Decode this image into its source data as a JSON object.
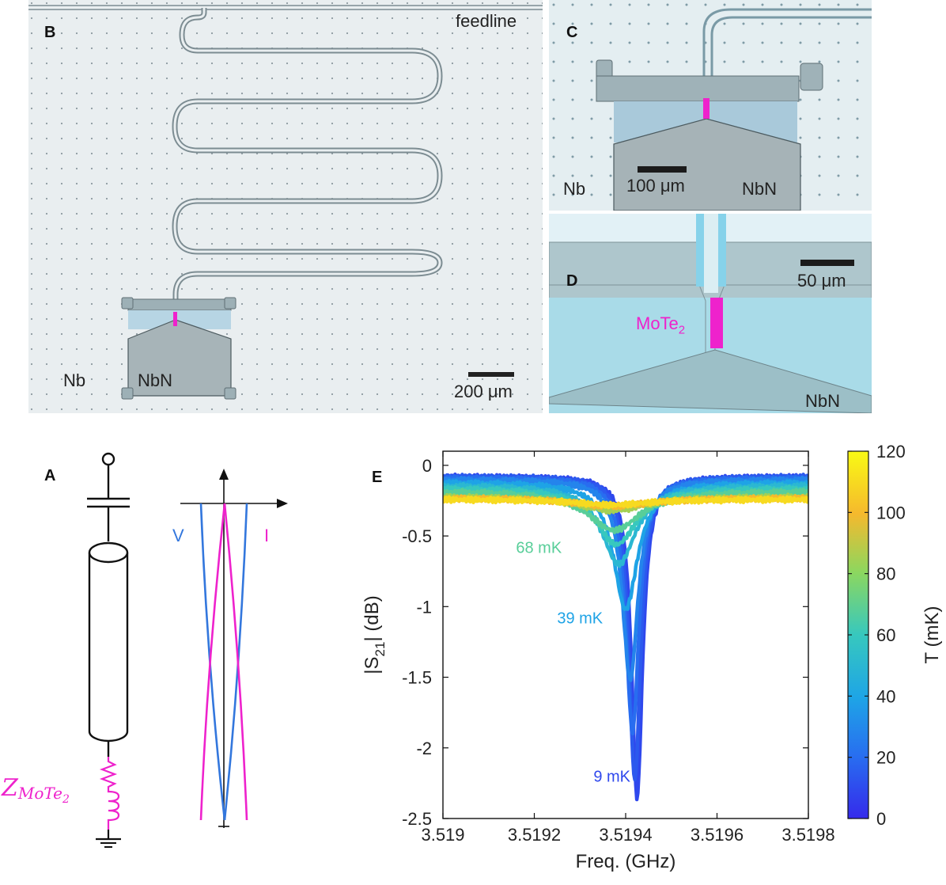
{
  "panel_b": {
    "label": "B",
    "feedline": "feedline",
    "nb": "Nb",
    "nbn": "NbN",
    "scale": "200 μm"
  },
  "panel_c": {
    "label": "C",
    "nb": "Nb",
    "nbn": "NbN",
    "scale": "100 μm"
  },
  "panel_d": {
    "label": "D",
    "material_main": "MoTe",
    "material_sub": "2",
    "nbn": "NbN",
    "scale": "50 μm"
  },
  "panel_a": {
    "label": "A",
    "impedance_main": "Z",
    "impedance_sub": "MoTe",
    "impedance_sub2": "2",
    "v": "V",
    "i": "I"
  },
  "panel_e": {
    "label": "E"
  },
  "colors": {
    "magenta": "#ee22cc",
    "voltage_blue": "#3377dd",
    "chip_bg": "#e8f0f2",
    "nbn_fill": "#9db0b6",
    "water_blue": "#a9dbe8"
  },
  "chart_data": {
    "type": "line",
    "xlabel": "Freq. (GHz)",
    "ylabel_main": "|S",
    "ylabel_sub": "21",
    "ylabel_tail": "| (dB)",
    "xlim": [
      3.519,
      3.5198
    ],
    "ylim": [
      -2.5,
      0.1
    ],
    "xticks": [
      3.519,
      3.5192,
      3.5194,
      3.5196,
      3.5198
    ],
    "xtick_labels": [
      "3.519",
      "3.5192",
      "3.5194",
      "3.5196",
      "3.5198"
    ],
    "yticks": [
      0,
      -0.5,
      -1,
      -1.5,
      -2,
      -2.5
    ],
    "ytick_labels": [
      "0",
      "-0.5",
      "-1",
      "-1.5",
      "-2",
      "-2.5"
    ],
    "grid": false,
    "colorbar": {
      "label": "T (mK)",
      "range": [
        0,
        120
      ],
      "ticks": [
        0,
        20,
        40,
        60,
        80,
        100,
        120
      ],
      "tick_labels": [
        "0",
        "20",
        "40",
        "60",
        "80",
        "100",
        "120"
      ]
    },
    "annotations": [
      {
        "text": "68 mK",
        "temp": 68
      },
      {
        "text": "39 mK",
        "temp": 39
      },
      {
        "text": "9 mK",
        "temp": 9
      }
    ],
    "series": [
      {
        "temp": 9,
        "f0": 3.519425,
        "depth": 2.27,
        "width": 1.45e-05,
        "baseline": -0.08
      },
      {
        "temp": 14,
        "f0": 3.51942,
        "depth": 2.15,
        "width": 1.55e-05,
        "baseline": -0.08
      },
      {
        "temp": 20,
        "f0": 3.519415,
        "depth": 1.8,
        "width": 1.75e-05,
        "baseline": -0.09
      },
      {
        "temp": 28,
        "f0": 3.51941,
        "depth": 1.42,
        "width": 2.1e-05,
        "baseline": -0.1
      },
      {
        "temp": 39,
        "f0": 3.5194,
        "depth": 0.9,
        "width": 3.2e-05,
        "baseline": -0.12
      },
      {
        "temp": 50,
        "f0": 3.519385,
        "depth": 0.56,
        "width": 4.5e-05,
        "baseline": -0.14
      },
      {
        "temp": 60,
        "f0": 3.51938,
        "depth": 0.4,
        "width": 5.5e-05,
        "baseline": -0.16
      },
      {
        "temp": 68,
        "f0": 3.519375,
        "depth": 0.28,
        "width": 7e-05,
        "baseline": -0.18
      },
      {
        "temp": 85,
        "f0": 3.51937,
        "depth": 0.1,
        "width": 9e-05,
        "baseline": -0.22
      },
      {
        "temp": 100,
        "f0": 3.51937,
        "depth": 0.06,
        "width": 0.0001,
        "baseline": -0.23
      },
      {
        "temp": 110,
        "f0": 3.51937,
        "depth": 0.04,
        "width": 0.0001,
        "baseline": -0.24
      }
    ]
  }
}
